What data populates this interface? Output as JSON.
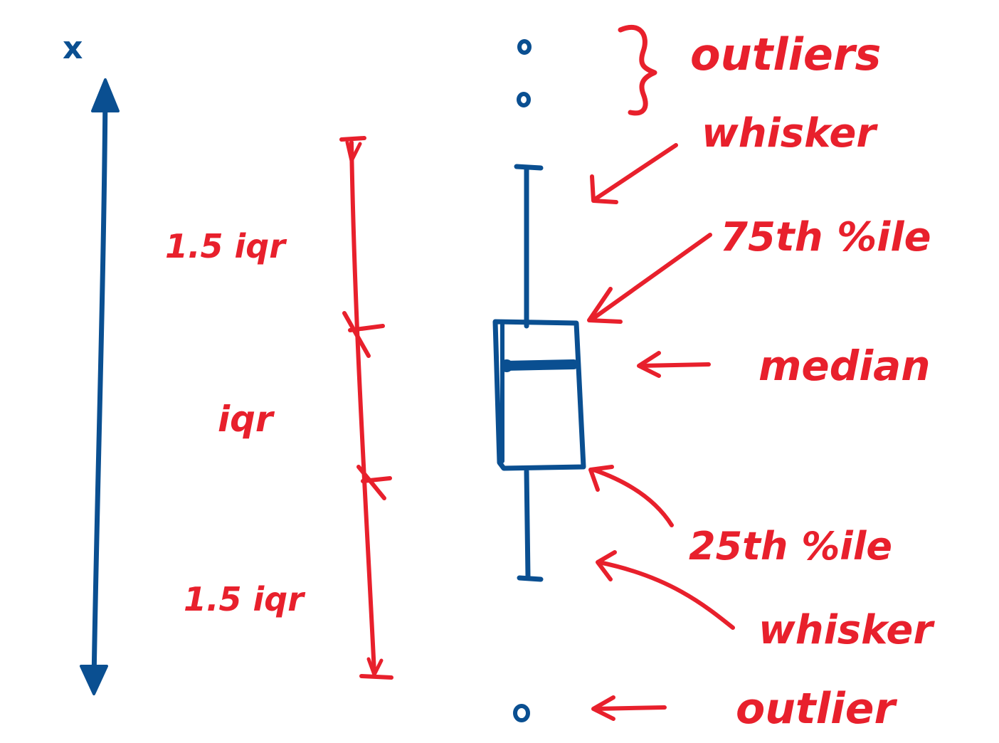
{
  "axis": {
    "variable": "x"
  },
  "scale_labels": {
    "upper_range": "1.5 iqr",
    "middle_range": "iqr",
    "lower_range": "1.5 iqr"
  },
  "annotations": {
    "outliers_top": "outliers",
    "whisker_top": "whisker",
    "q75": "75th %ile",
    "median": "median",
    "q25": "25th %ile",
    "whisker_bottom": "whisker",
    "outlier_bottom": "outlier"
  },
  "colors": {
    "primary": "#0a4f91",
    "annotation": "#e8202c",
    "background": "#ffffff"
  }
}
